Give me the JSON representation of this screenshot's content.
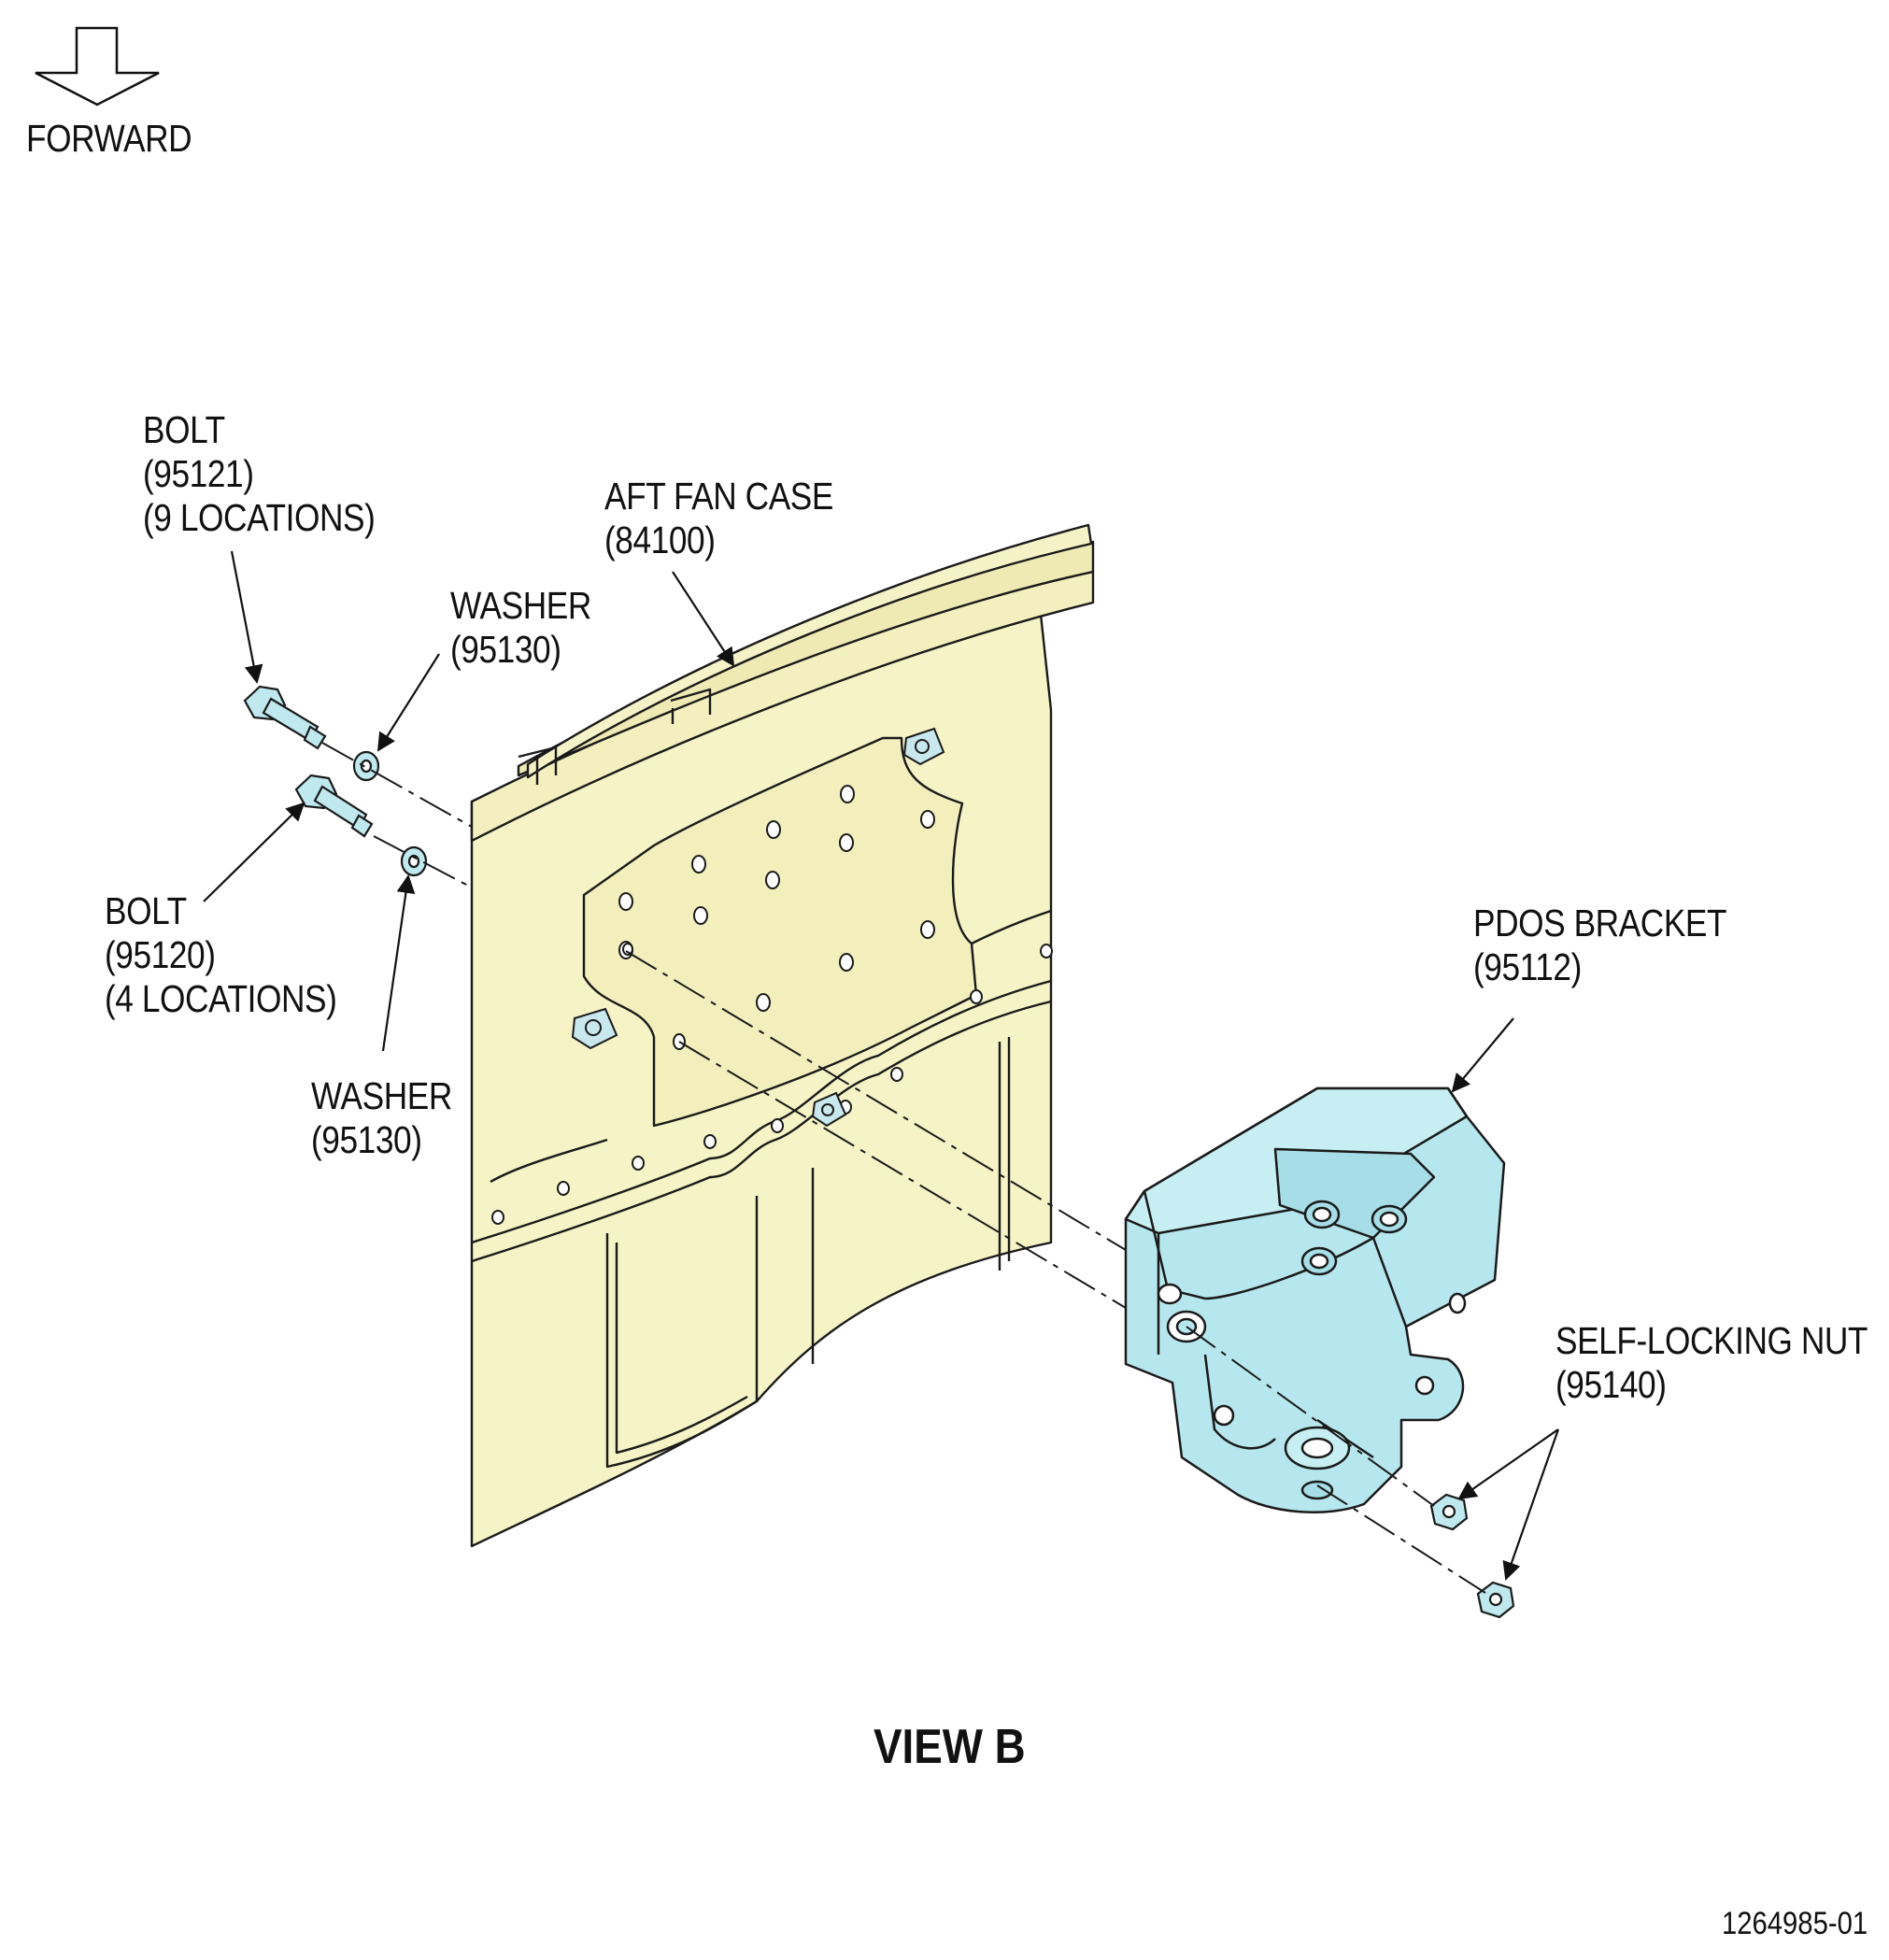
{
  "direction_indicator": {
    "label": "FORWARD"
  },
  "callouts": {
    "bolt_95121": {
      "line1": "BOLT",
      "line2": "(95121)",
      "line3": "(9 LOCATIONS)"
    },
    "aft_fan_case": {
      "line1": "AFT FAN CASE",
      "line2": "(84100)"
    },
    "washer_upper": {
      "line1": "WASHER",
      "line2": "(95130)"
    },
    "bolt_95120": {
      "line1": "BOLT",
      "line2": "(95120)",
      "line3": "(4 LOCATIONS)"
    },
    "washer_lower": {
      "line1": "WASHER",
      "line2": "(95130)"
    },
    "pdos_bracket": {
      "line1": "PDOS BRACKET",
      "line2": "(95112)"
    },
    "self_locking_nut": {
      "line1": "SELF-LOCKING NUT",
      "line2": "(95140)"
    }
  },
  "view_title": "VIEW B",
  "figure_number": "1264985-01",
  "colors": {
    "fan_case_fill": "#f6f3c6",
    "bracket_fill": "#b7e7ee",
    "hardware_fill": "#bfe8ef",
    "line": "#1a1a1a"
  }
}
